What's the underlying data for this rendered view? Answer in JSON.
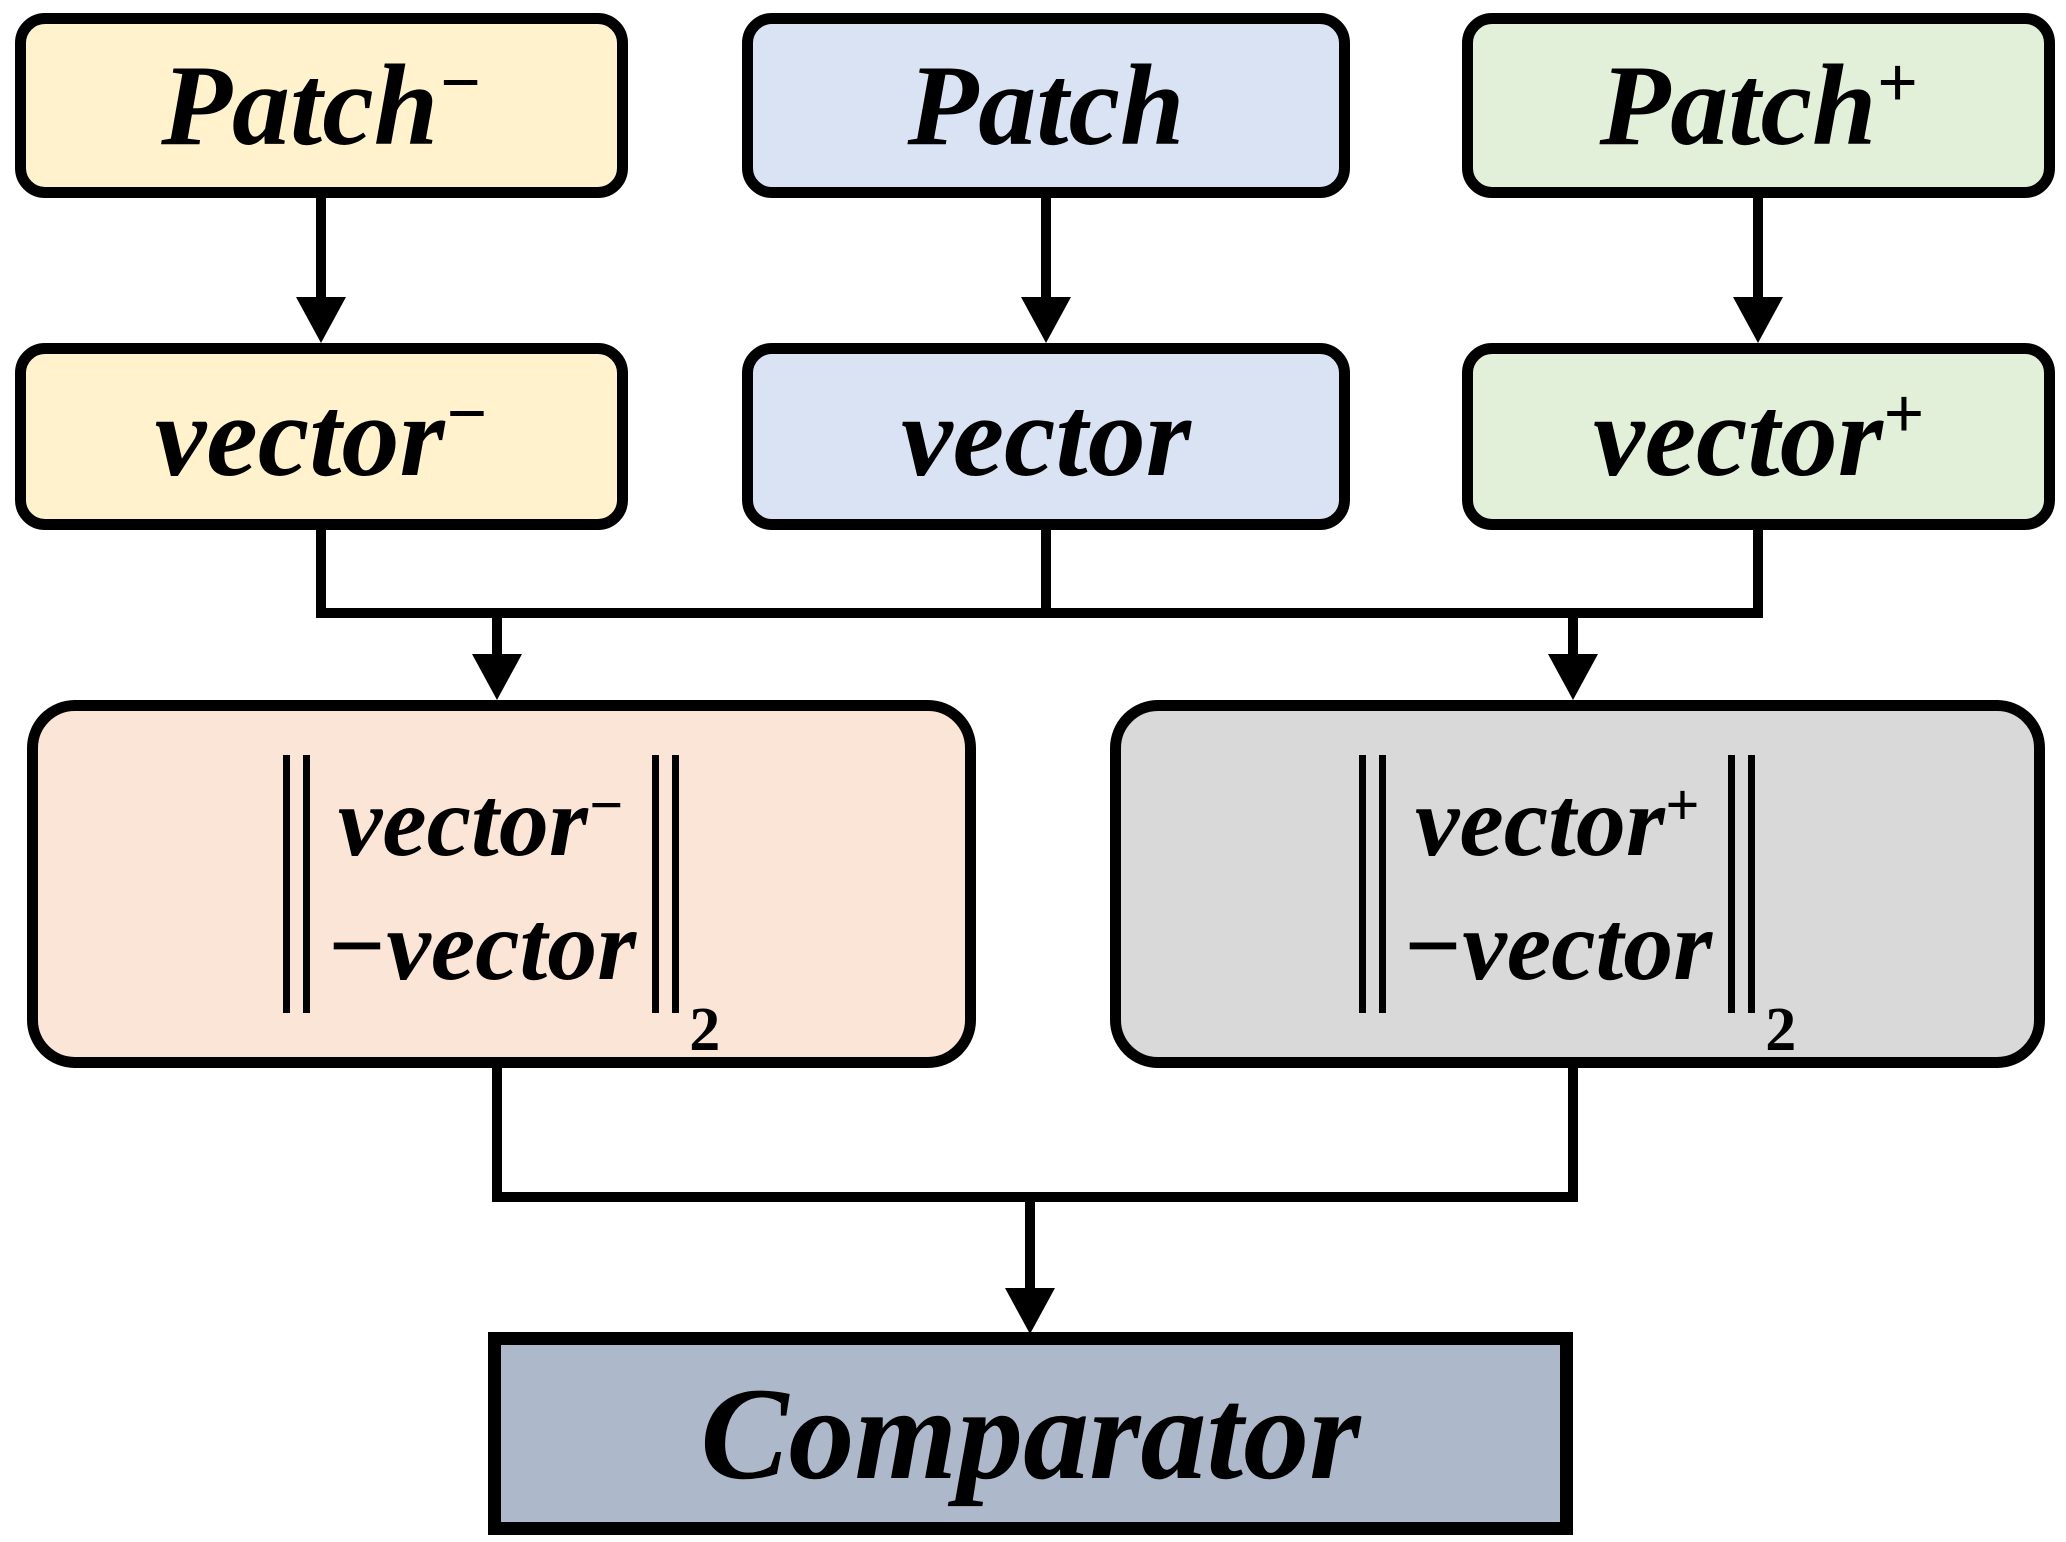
{
  "diagram": {
    "title_hint": "triplet patch distance comparison flowchart",
    "nodes": {
      "patch_neg": {
        "base": "Patch",
        "sup": "−"
      },
      "patch_mid": {
        "base": "Patch",
        "sup": ""
      },
      "patch_pos": {
        "base": "Patch",
        "sup": "+"
      },
      "vector_neg": {
        "base": "vector",
        "sup": "−"
      },
      "vector_mid": {
        "base": "vector",
        "sup": ""
      },
      "vector_pos": {
        "base": "vector",
        "sup": "+"
      },
      "norm_neg": {
        "line1_base": "vector",
        "line1_sup": "−",
        "line2": "−vector",
        "sub": "2",
        "norm_bars": "‖"
      },
      "norm_pos": {
        "line1_base": "vector",
        "line1_sup": "+",
        "line2": "−vector",
        "sub": "2",
        "norm_bars": "‖"
      },
      "comparator": {
        "label": "Comparator"
      }
    },
    "colors": {
      "canvas_bg": "#FFFFFF",
      "patch_neg_bg": "#FFF2CC",
      "patch_mid_bg": "#DAE3F3",
      "patch_pos_bg": "#E2F0D9",
      "vector_neg_bg": "#FFF2CC",
      "vector_mid_bg": "#DAE3F3",
      "vector_pos_bg": "#E2F0D9",
      "norm_neg_bg": "#FBE5D6",
      "norm_pos_bg": "#D9D9D9",
      "comparator_bg": "#ADB9CA",
      "line": "#000000"
    }
  }
}
